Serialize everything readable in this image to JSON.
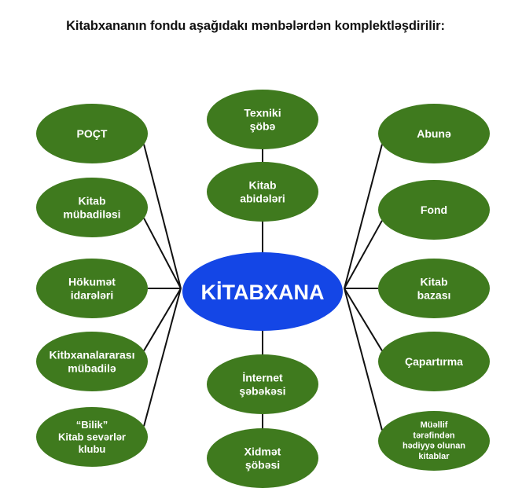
{
  "title": "Kitabxananın fondu aşağıdakı mənbələrdən komplektləşdirilir:",
  "colors": {
    "node_fill": "#3f7a1e",
    "center_fill": "#1446e6",
    "line": "#111111",
    "text": "#ffffff"
  },
  "center": {
    "label": "KİTABXANA"
  },
  "nodes": {
    "left": [
      {
        "id": "poct",
        "lines": [
          "POÇT"
        ]
      },
      {
        "id": "kitab-mubadilesi",
        "lines": [
          "Kitab",
          "mübadiləsi"
        ]
      },
      {
        "id": "hokumet-idareleri",
        "lines": [
          "Hökumət",
          "idarələri"
        ]
      },
      {
        "id": "kitabxanalararasi-mubadile",
        "lines": [
          "Kitbxanalararası",
          "mübadilə"
        ]
      },
      {
        "id": "bilik-klubu",
        "lines": [
          "“Bilik”",
          "Kitab sevərlər",
          "klubu"
        ]
      }
    ],
    "middle": [
      {
        "id": "texniki-sobe",
        "lines": [
          "Texniki",
          "şöbə"
        ]
      },
      {
        "id": "kitab-abideleri",
        "lines": [
          "Kitab",
          "abidələri"
        ]
      },
      {
        "id": "internet-sebekesi",
        "lines": [
          "İnternet",
          "şəbəkəsi"
        ]
      },
      {
        "id": "xidmet-sobesi",
        "lines": [
          "Xidmət",
          "şöbəsi"
        ]
      }
    ],
    "right": [
      {
        "id": "abune",
        "lines": [
          "Abunə"
        ]
      },
      {
        "id": "fond",
        "lines": [
          "Fond"
        ]
      },
      {
        "id": "kitab-bazasi",
        "lines": [
          "Kitab",
          "bazası"
        ]
      },
      {
        "id": "capartirma",
        "lines": [
          "Çapartırma"
        ]
      },
      {
        "id": "muellif-hediyye",
        "lines": [
          "Müəllif",
          "tərəfindən",
          "hədiyyə olunan",
          "kitablar"
        ]
      }
    ]
  }
}
